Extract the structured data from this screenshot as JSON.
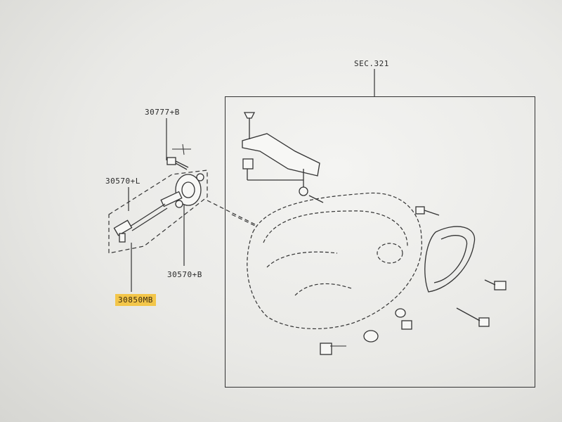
{
  "labels": {
    "sec": "SEC.321",
    "p30777": "30777+B",
    "p30570l": "30570+L",
    "p30570b": "30570+B",
    "p30850": "30850MB"
  },
  "colors": {
    "paper": "#f0f0ed",
    "ink": "#2e2e2e",
    "highlight": "#f3c64a"
  }
}
